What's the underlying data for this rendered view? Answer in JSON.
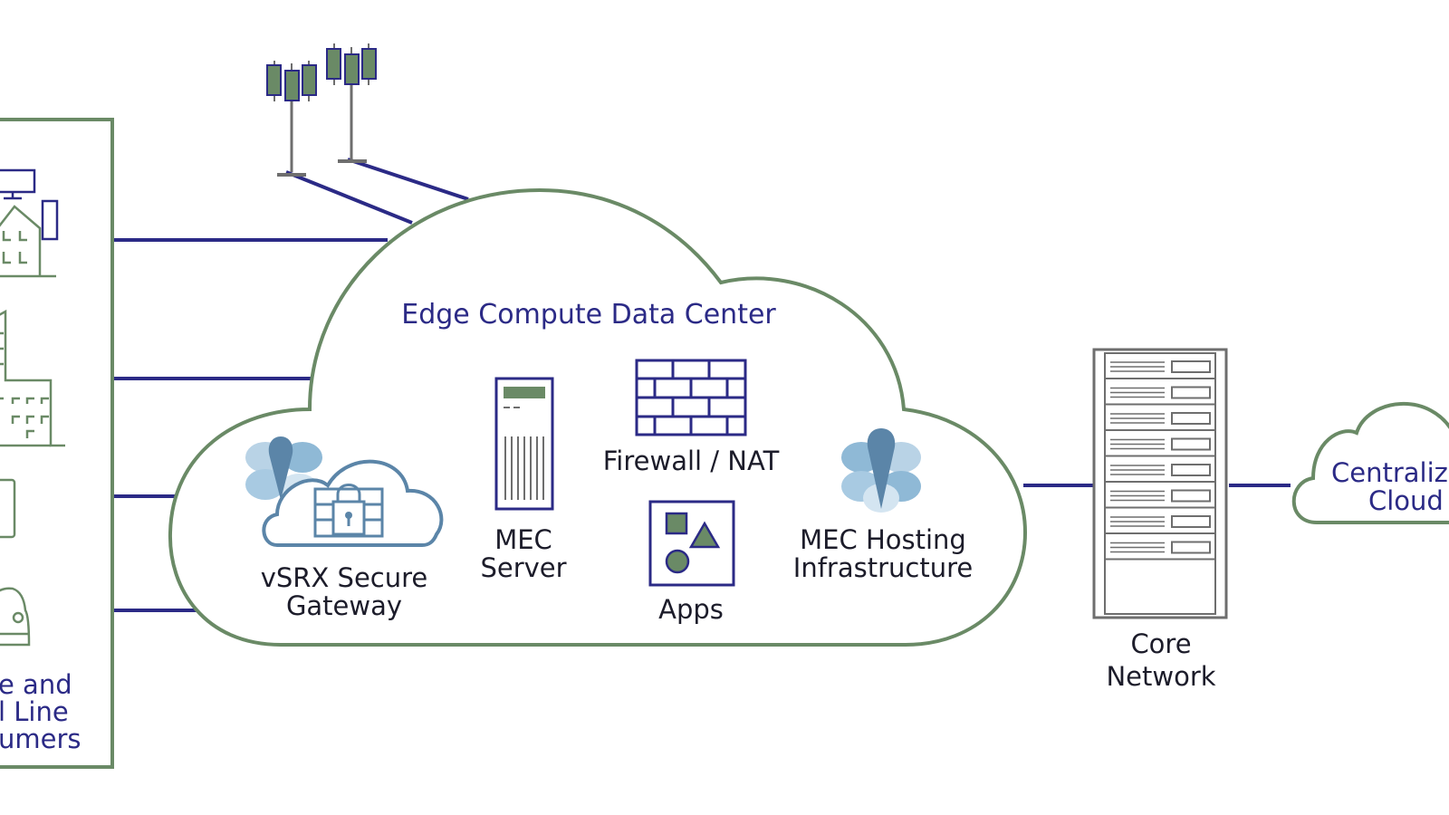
{
  "colors": {
    "navy": "#2b2a86",
    "green": "#6a8a66",
    "gray": "#6e6e6e",
    "light_blue": "#8fb9d6",
    "dark_text": "#1c1c2a"
  },
  "consumers": {
    "label_lines": [
      "e and",
      "l Line",
      "umers"
    ]
  },
  "cloud": {
    "title": "Edge Compute Data Center",
    "vsrx": {
      "lines": [
        "vSRX Secure",
        "Gateway"
      ],
      "icon": "cloud-lock-firewall-icon"
    },
    "mec_server": {
      "lines": [
        "MEC",
        "Server"
      ],
      "icon": "server-tower-icon"
    },
    "firewall": {
      "label": "Firewall / NAT",
      "icon": "brick-firewall-icon"
    },
    "apps": {
      "label": "Apps",
      "icon": "apps-shapes-icon"
    },
    "mec_hosting": {
      "lines": [
        "MEC Hosting",
        "Infrastructure"
      ],
      "icon": "petal-pin-icon"
    }
  },
  "core": {
    "lines": [
      "Core",
      "Network"
    ],
    "icon": "server-rack-icon"
  },
  "central_cloud": {
    "lines": [
      "Centraliz",
      "Cloud"
    ]
  },
  "towers": {
    "icon": "cell-tower-icon"
  }
}
